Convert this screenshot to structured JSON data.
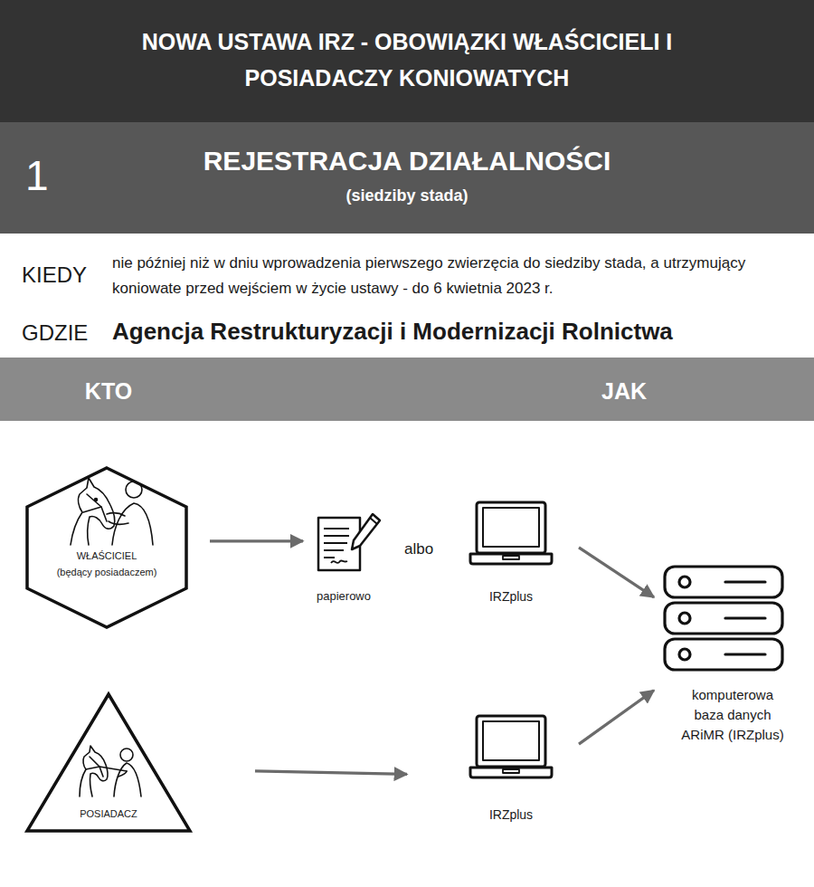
{
  "diagram": {
    "title": "NOWA USTAWA IRZ - OBOWIĄZKI WŁAŚCICIELI I POSIADACZY KONIOWATYCH",
    "nodes": [
      {
        "text": [
          "1",
          "REJESTRACJA DZIAŁALNOŚCI",
          "(siedziby stada)"
        ]
      },
      {
        "text": [
          "KTO",
          "JAK"
        ]
      },
      {
        "text": [
          "WŁAŚCICIEL",
          "(będący posiadaczem)"
        ]
      },
      {
        "text": [
          "papierowo"
        ]
      },
      {
        "text": [
          "IRZplus"
        ]
      },
      {
        "text": [
          "komputerowa baza danych ARiMR (IRZplus)"
        ]
      },
      {
        "text": [
          "POSIADACZ"
        ]
      },
      {
        "text": [
          "IRZplus"
        ]
      }
    ],
    "edges": [
      {
        "from": 2,
        "to": 3,
        "arrow": "to"
      },
      {
        "from": 4,
        "to": 5,
        "arrow": "to"
      },
      {
        "from": 6,
        "to": 7,
        "arrow": "to"
      },
      {
        "from": 7,
        "to": 5,
        "arrow": "to"
      }
    ],
    "labels": [
      "KIEDY",
      "nie później niż w dniu wprowadzenia pierwszego zwierzęcia do siedziby stada, a utrzymujący koniowate przed wejściem w życie ustawy - do 6 kwietnia 2023 r.",
      "GDZIE",
      "Agencja Restrukturyzacji i Modernizacji Rolnictwa",
      "albo"
    ]
  }
}
